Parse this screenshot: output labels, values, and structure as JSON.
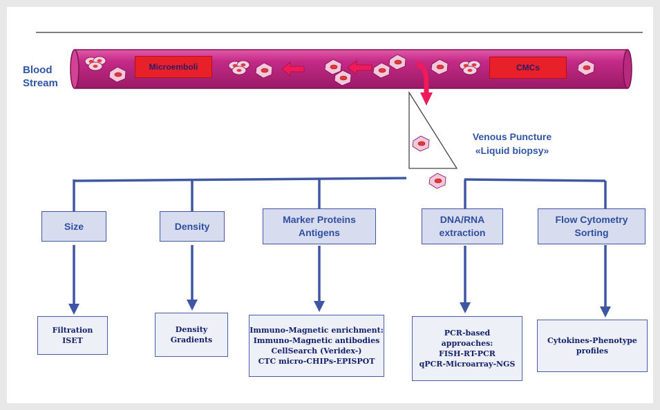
{
  "blood_stream_label": [
    "Blood",
    "Stream"
  ],
  "top_labels": {
    "microemboli": "Microemboli",
    "cmcs": "CMCs"
  },
  "venous_puncture": [
    "Venous Puncture",
    "«Liquid biopsy»"
  ],
  "categories": [
    {
      "lines": [
        "Size"
      ]
    },
    {
      "lines": [
        "Density"
      ]
    },
    {
      "lines": [
        "Marker Proteins",
        "Antigens"
      ]
    },
    {
      "lines": [
        "DNA/RNA",
        "extraction"
      ]
    },
    {
      "lines": [
        "Flow Cytometry",
        "Sorting"
      ]
    }
  ],
  "results": [
    {
      "lines": [
        "Filtration",
        "ISET"
      ]
    },
    {
      "lines": [
        "Density",
        "Gradients"
      ]
    },
    {
      "lines": [
        "Immuno-Magnetic enrichment:",
        "Immuno-Magnetic antibodies",
        "CellSearch (Veridex-)",
        "CTC micro-CHIPs-EPISPOT"
      ]
    },
    {
      "lines": [
        "PCR-based",
        "approaches:",
        "FISH-RT-PCR",
        "qPCR-Microarray-NGS"
      ]
    },
    {
      "lines": [
        "Cytokines-Phenotype",
        "profiles"
      ]
    }
  ],
  "colors": {
    "vessel": "#c42a86",
    "vessel_edge": "#7a1050",
    "arrow": "#ee1a5a",
    "connector": "#3f56a5",
    "label_red": "#e8202a"
  }
}
